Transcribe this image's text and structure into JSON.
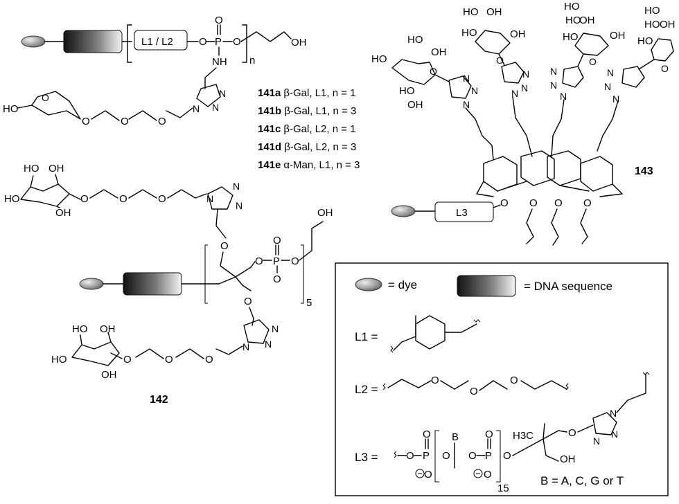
{
  "compound_141": {
    "linker_label": "L1 / L2",
    "phosphate_O": "O",
    "phosphate_P": "P",
    "phosphate_O2": "O",
    "phosphate_O3": "O",
    "nh": "NH",
    "oh": "OH",
    "repeat": "n",
    "ho_sugar": "HO",
    "ether_o1": "O",
    "ether_o2": "O",
    "ether_o3": "O",
    "ring_o": "O",
    "triazole_n1": "N",
    "triazole_n2": "N",
    "triazole_n3": "N",
    "variants": [
      {
        "id": "141a",
        "desc": "β-Gal, L1, n = 1"
      },
      {
        "id": "141b",
        "desc": "β-Gal, L1, n = 3"
      },
      {
        "id": "141c",
        "desc": "β-Gal, L2, n = 1"
      },
      {
        "id": "141d",
        "desc": "β-Gal, L2, n = 3"
      },
      {
        "id": "141e",
        "desc": "α-Man, L1, n = 3"
      }
    ]
  },
  "compound_142": {
    "label": "142",
    "oh_top": "OH",
    "ho_a": "HO",
    "oh_a": "OH",
    "ho_b": "HO",
    "oh_b": "OH",
    "ho_c": "HO",
    "oh_c": "OH",
    "ho_d": "HO",
    "oh_d": "OH",
    "oh_chain": "OH",
    "p": "P",
    "o_minus": "O",
    "repeat": "5",
    "n1": "N",
    "n2": "N",
    "n3": "N",
    "o_generic": "O"
  },
  "compound_143": {
    "label": "143",
    "linker": "L3",
    "oh": "OH",
    "ho": "HO",
    "o": "O",
    "n": "N"
  },
  "legend": {
    "dye_label": "= dye",
    "dna_label": "= DNA sequence",
    "l1_label": "L1 =",
    "l2_label": "L2 =",
    "l3_label": "L3 =",
    "o": "O",
    "p": "P",
    "b": "B",
    "h3c": "H3C",
    "oh": "OH",
    "n": "N",
    "repeat": "15",
    "b_def": "B = A, C, G or T"
  }
}
